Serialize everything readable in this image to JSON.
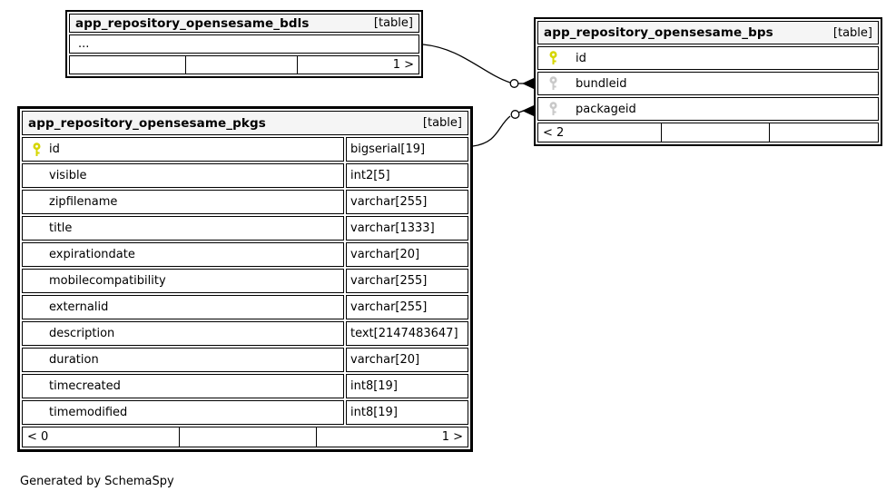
{
  "page": {
    "credit": "Generated by SchemaSpy"
  },
  "colors": {
    "primary_key": "#d6d600",
    "foreign_key": "#c9c9c9",
    "header_bg": "#f5f5f5",
    "border": "#000000"
  },
  "tables": [
    {
      "title": "app_repository_opensesame_bdls",
      "badge": "[table]",
      "collapsed": true,
      "rows": [
        {
          "name": "...",
          "key": "none"
        }
      ],
      "footer": {
        "left": "",
        "middle": "",
        "right": "1 >"
      }
    },
    {
      "title": "app_repository_opensesame_bps",
      "badge": "[table]",
      "rows": [
        {
          "name": "id",
          "key": "primary"
        },
        {
          "name": "bundleid",
          "key": "foreign"
        },
        {
          "name": "packageid",
          "key": "foreign"
        }
      ],
      "footer": {
        "left": "< 2",
        "middle": "",
        "right": ""
      }
    },
    {
      "title": "app_repository_opensesame_pkgs",
      "badge": "[table]",
      "rows": [
        {
          "name": "id",
          "type": "bigserial[19]",
          "key": "primary"
        },
        {
          "name": "visible",
          "type": "int2[5]",
          "key": "none"
        },
        {
          "name": "zipfilename",
          "type": "varchar[255]",
          "key": "none"
        },
        {
          "name": "title",
          "type": "varchar[1333]",
          "key": "none"
        },
        {
          "name": "expirationdate",
          "type": "varchar[20]",
          "key": "none"
        },
        {
          "name": "mobilecompatibility",
          "type": "varchar[255]",
          "key": "none"
        },
        {
          "name": "externalid",
          "type": "varchar[255]",
          "key": "none"
        },
        {
          "name": "description",
          "type": "text[2147483647]",
          "key": "none"
        },
        {
          "name": "duration",
          "type": "varchar[20]",
          "key": "none"
        },
        {
          "name": "timecreated",
          "type": "int8[19]",
          "key": "none"
        },
        {
          "name": "timemodified",
          "type": "int8[19]",
          "key": "none"
        }
      ],
      "footer": {
        "left": "< 0",
        "middle": "",
        "right": "1 >"
      }
    }
  ],
  "relationships": [
    {
      "from": "app_repository_opensesame_bdls",
      "to": "app_repository_opensesame_bps.bundleid"
    },
    {
      "from": "app_repository_opensesame_pkgs.id",
      "to": "app_repository_opensesame_bps.packageid"
    }
  ]
}
